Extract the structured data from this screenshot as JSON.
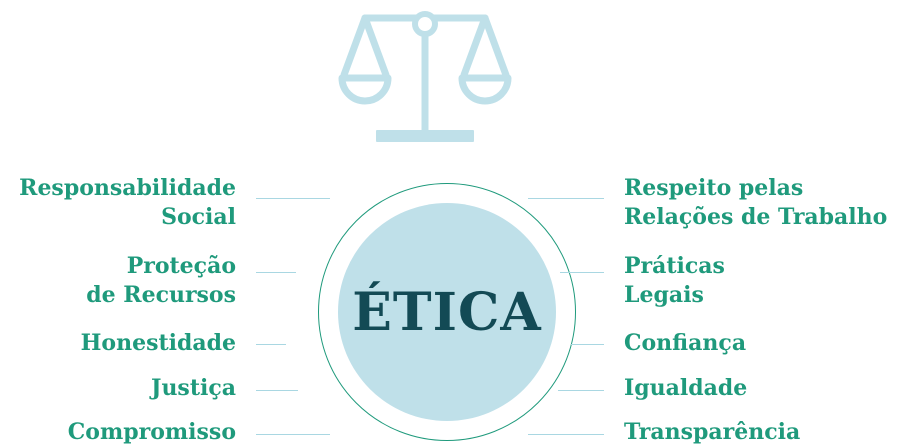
{
  "center": {
    "title": "ÉTICA"
  },
  "left_values": [
    {
      "lines": [
        "Responsabilidade",
        "Social"
      ]
    },
    {
      "lines": [
        "Proteção",
        "de Recursos"
      ]
    },
    {
      "lines": [
        "Honestidade"
      ]
    },
    {
      "lines": [
        "Justiça"
      ]
    },
    {
      "lines": [
        "Compromisso"
      ]
    }
  ],
  "right_values": [
    {
      "lines": [
        "Respeito pelas",
        "Relações de Trabalho"
      ]
    },
    {
      "lines": [
        "Práticas",
        "Legais"
      ]
    },
    {
      "lines": [
        "Confiança"
      ]
    },
    {
      "lines": [
        "Igualdade"
      ]
    },
    {
      "lines": [
        "Transparência"
      ]
    }
  ],
  "colors": {
    "label": "#1f9a7c",
    "title": "#134a55",
    "disc": "#bfe0e9",
    "icon": "#bfe0e9",
    "connector": "#a9d7e2"
  },
  "icons": {
    "top": "scales-of-justice-icon"
  }
}
